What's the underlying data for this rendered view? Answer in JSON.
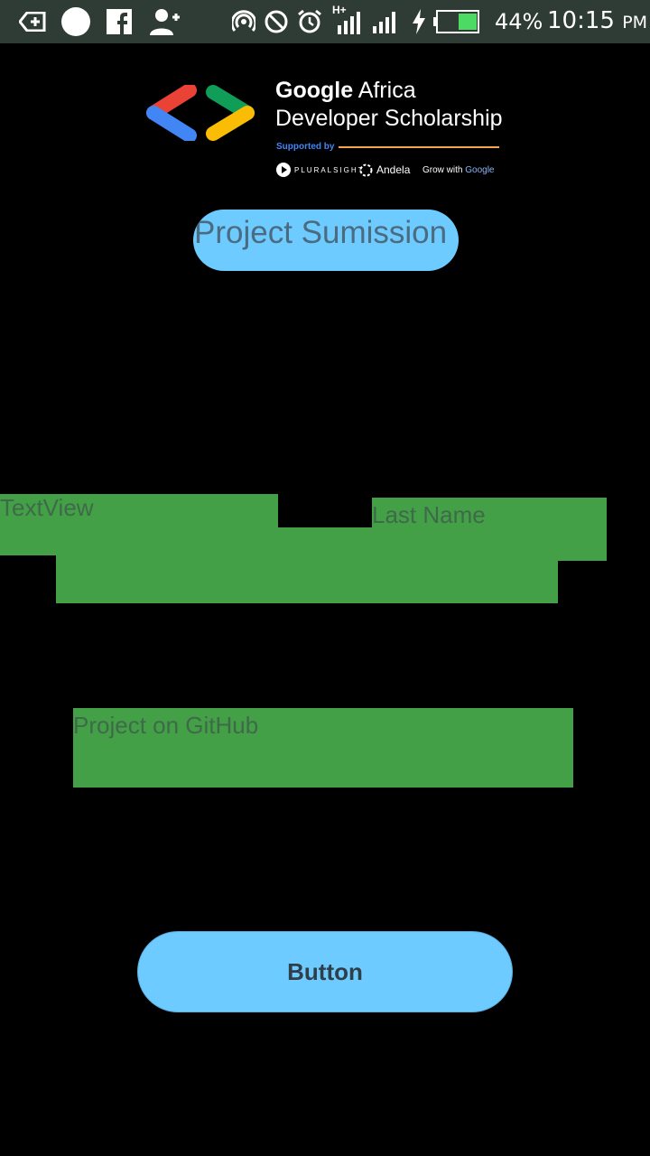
{
  "status_bar": {
    "battery": "44%",
    "time": "10:15",
    "ampm": "PM",
    "network": "H+",
    "icons": [
      "back-arrow-icon",
      "circle-icon",
      "facebook-icon",
      "add-user-icon",
      "hotspot-icon",
      "block-icon",
      "alarm-icon",
      "signal-icon",
      "signal-icon",
      "charging-icon",
      "battery-icon"
    ]
  },
  "header": {
    "brand": "Google",
    "brand_rest": "Africa",
    "line2": "Developer Scholarship",
    "supported_by": "Supported by",
    "partners": [
      "PLURALSIGHT",
      "Andela",
      "Grow with",
      "Google"
    ]
  },
  "title": "Project Sumission",
  "fields": {
    "first": "TextView",
    "last": "Last Name",
    "email": "",
    "github": "Project on GitHub"
  },
  "submit_button": "Button",
  "colors": {
    "status_bar": "#2f3b35",
    "background": "#000000",
    "accent_blue": "#6ecbff",
    "field_green": "#43a047"
  }
}
